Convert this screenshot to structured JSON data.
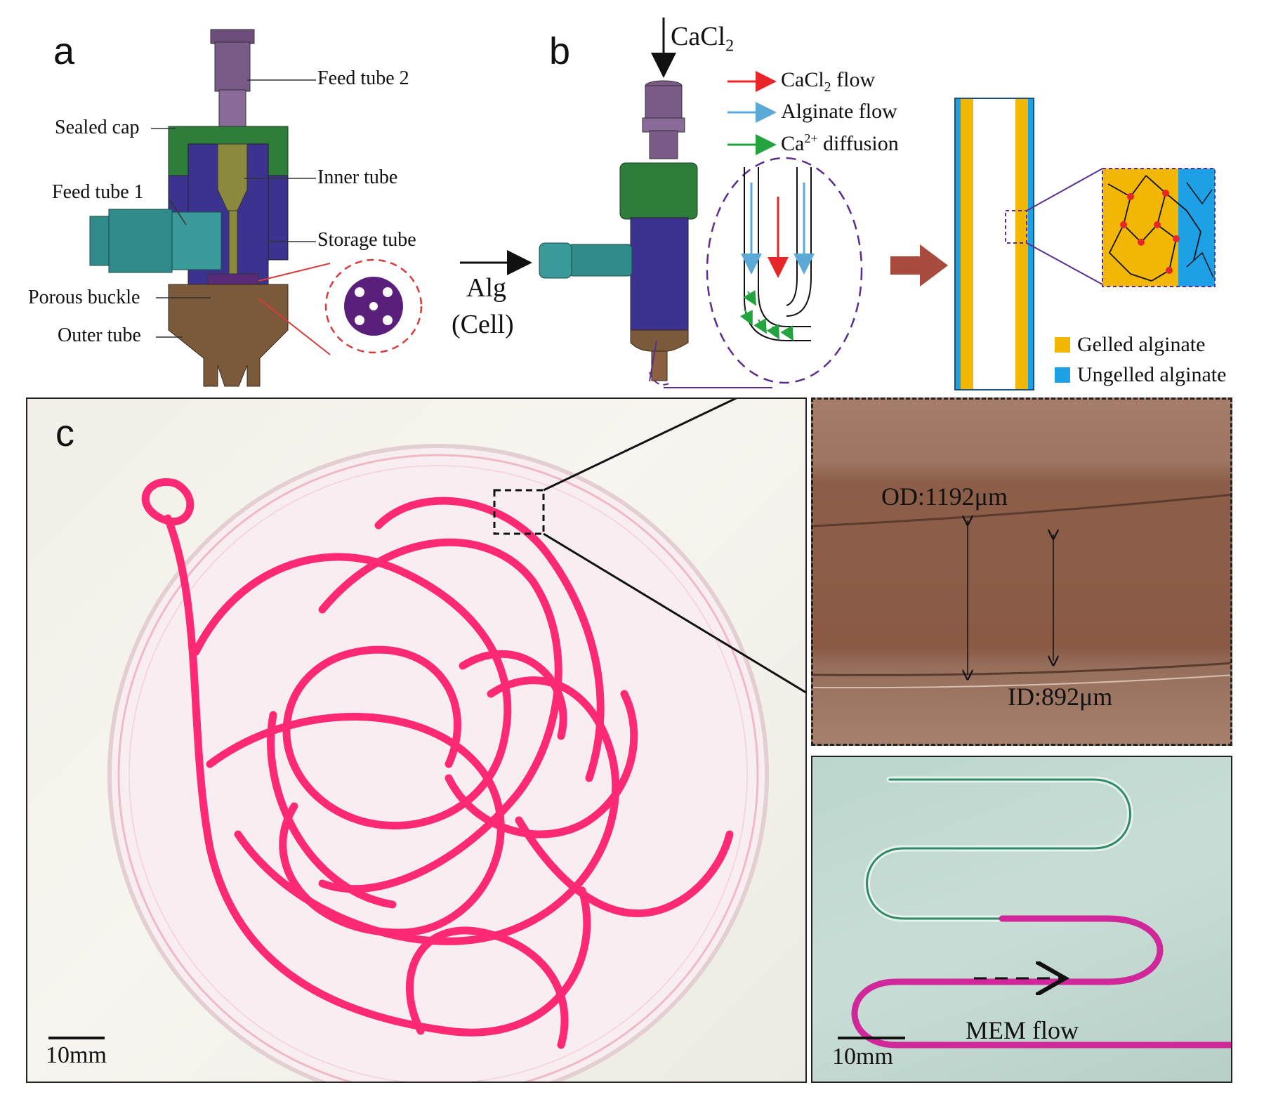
{
  "panels": {
    "a": {
      "letter": "a",
      "labels": {
        "feed_tube_2": "Feed tube 2",
        "sealed_cap": "Sealed cap",
        "inner_tube": "Inner tube",
        "feed_tube_1": "Feed tube 1",
        "storage_tube": "Storage tube",
        "porous_buckle": "Porous buckle",
        "outer_tube": "Outer tube"
      }
    },
    "b": {
      "letter": "b",
      "cacl2_input": "CaCl",
      "cacl2_sub": "2",
      "alg_input": "Alg",
      "cell_input": "(Cell)",
      "legend": {
        "cacl2_flow": "CaCl",
        "cacl2_flow_sub": "2",
        "cacl2_flow_suffix": " flow",
        "alginate_flow": "Alginate flow",
        "ca_diffusion": "Ca",
        "ca_diffusion_sup": "2+",
        "ca_diffusion_suffix": " diffusion"
      },
      "gel_legend": {
        "gelled": "Gelled alginate",
        "ungelled": "Ungelled alginate"
      }
    },
    "c": {
      "letter": "c",
      "scale_left": "10mm",
      "micro": {
        "od": "OD:1192μm",
        "id": "ID:892μm"
      },
      "flow_label": "MEM flow",
      "scale_right": "10mm"
    }
  },
  "colors": {
    "cacl2_arrow": "#e8262a",
    "alginate_arrow": "#5aa9d6",
    "diffusion_arrow": "#23a33d",
    "gelled": "#f2b705",
    "ungelled": "#1ea0e6",
    "cap_green": "#2f7d3a",
    "storage_purple": "#3c3390",
    "feed_teal": "#2f8a8a",
    "tube_violet": "#7a5a86",
    "outer_brown": "#7a5a3a",
    "hydrogel_pink": "#ff1f6e",
    "big_arrow": "#a94a3e",
    "purple_dash": "#5a2d91"
  }
}
